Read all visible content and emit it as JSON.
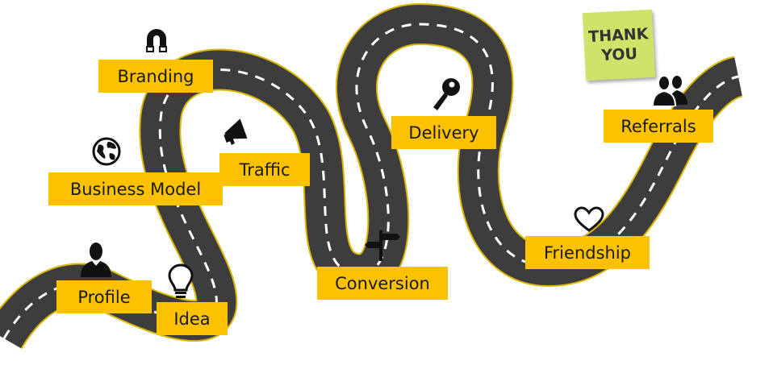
{
  "stages": {
    "profile": "Profile",
    "idea": "Idea",
    "business_model": "Business Model",
    "branding": "Branding",
    "traffic": "Traffic",
    "conversion": "Conversion",
    "delivery": "Delivery",
    "friendship": "Friendship",
    "referrals": "Referrals"
  },
  "note": {
    "line1": "THANK",
    "line2": "YOU"
  },
  "colors": {
    "road": "#3d3d3d",
    "road_edge": "#d9b400",
    "lane_marking": "#ffffff",
    "label_bg": "#fcc200",
    "note_bg": "#cfe36a"
  },
  "icons": {
    "profile": "person-icon",
    "idea": "lightbulb-icon",
    "business_model": "globe-icon",
    "branding": "magnet-icon",
    "traffic": "megaphone-icon",
    "conversion": "signpost-icon",
    "delivery": "key-icon",
    "friendship": "heart-icon",
    "referrals": "people-icon"
  }
}
